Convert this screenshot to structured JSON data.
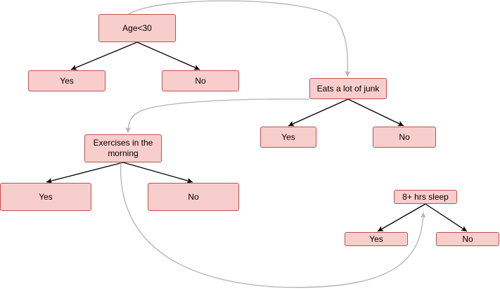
{
  "colors": {
    "node_fill": "#f8cecc",
    "node_stroke": "#b85450",
    "edge": "#000000",
    "connector": "#b3b3b3"
  },
  "nodes": {
    "age": "Age<30",
    "age_yes": "Yes",
    "age_no": "No",
    "junk": "Eats a lot of junk",
    "junk_yes": "Yes",
    "junk_no": "No",
    "exercise": "Exercises in the morning",
    "exercise_yes": "Yes",
    "exercise_no": "No",
    "sleep": "8+ hrs sleep",
    "sleep_yes": "Yes",
    "sleep_no": "No"
  }
}
